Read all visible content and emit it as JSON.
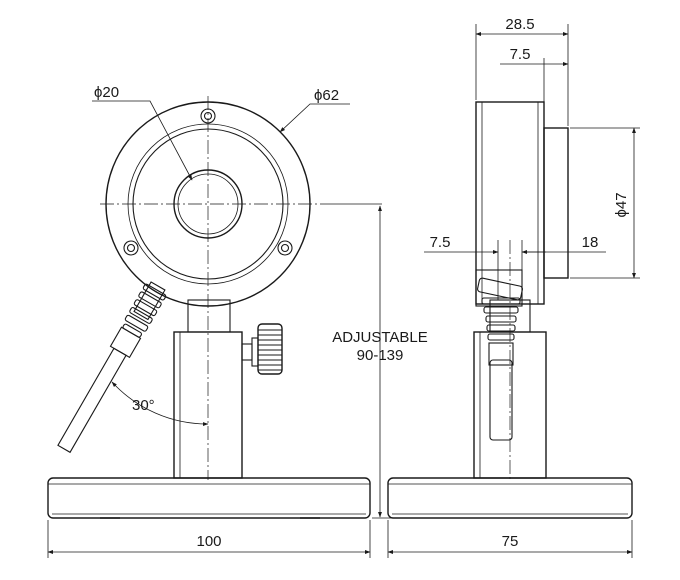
{
  "front_view": {
    "inner_diameter_label": "ϕ20",
    "outer_diameter_label": "ϕ62",
    "angle_label": "30°",
    "width_label": "100"
  },
  "side_view": {
    "depth_label": "28.5",
    "flange_label": "7.5",
    "diameter_label": "ϕ47",
    "offset_label": "7.5",
    "body_label": "18",
    "base_label": "75"
  },
  "height": {
    "line1": "ADJUSTABLE",
    "line2": "90-139"
  }
}
